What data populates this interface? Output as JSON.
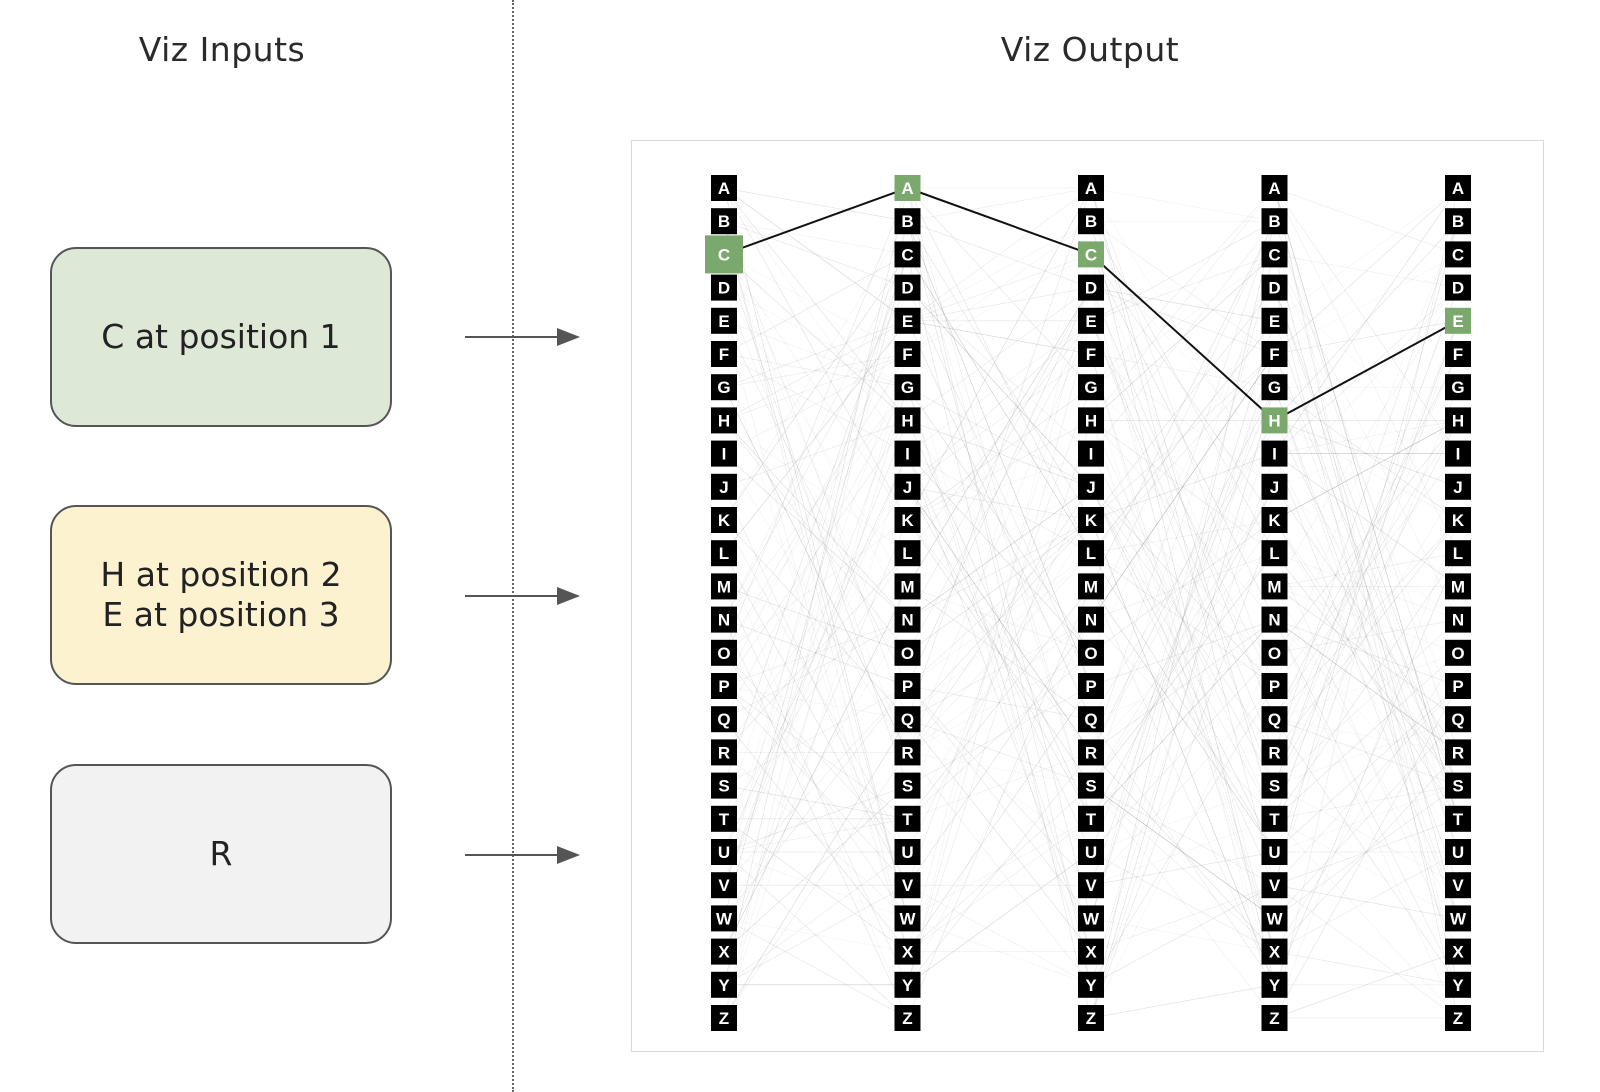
{
  "headings": {
    "inputs": "Viz Inputs",
    "output": "Viz Output"
  },
  "inputs": [
    {
      "lines": [
        "C at position 1"
      ],
      "color": "#dde9d6"
    },
    {
      "lines": [
        "H at position 2",
        "E at position 3"
      ],
      "color": "#fdf2d0"
    },
    {
      "lines": [
        "R"
      ],
      "color": "#f2f2f2"
    }
  ],
  "viz": {
    "letters": [
      "A",
      "B",
      "C",
      "D",
      "E",
      "F",
      "G",
      "H",
      "I",
      "J",
      "K",
      "L",
      "M",
      "N",
      "O",
      "P",
      "Q",
      "R",
      "S",
      "T",
      "U",
      "V",
      "W",
      "X",
      "Y",
      "Z"
    ],
    "column_count": 5,
    "highlighted_path": [
      "C",
      "A",
      "C",
      "H",
      "E"
    ],
    "colors": {
      "tile": "#000000",
      "tile_text": "#ffffff",
      "highlight": "#7aa86d",
      "path_line": "#111111",
      "faint_line": "#8a8a8a",
      "arrow": "#555555"
    }
  }
}
